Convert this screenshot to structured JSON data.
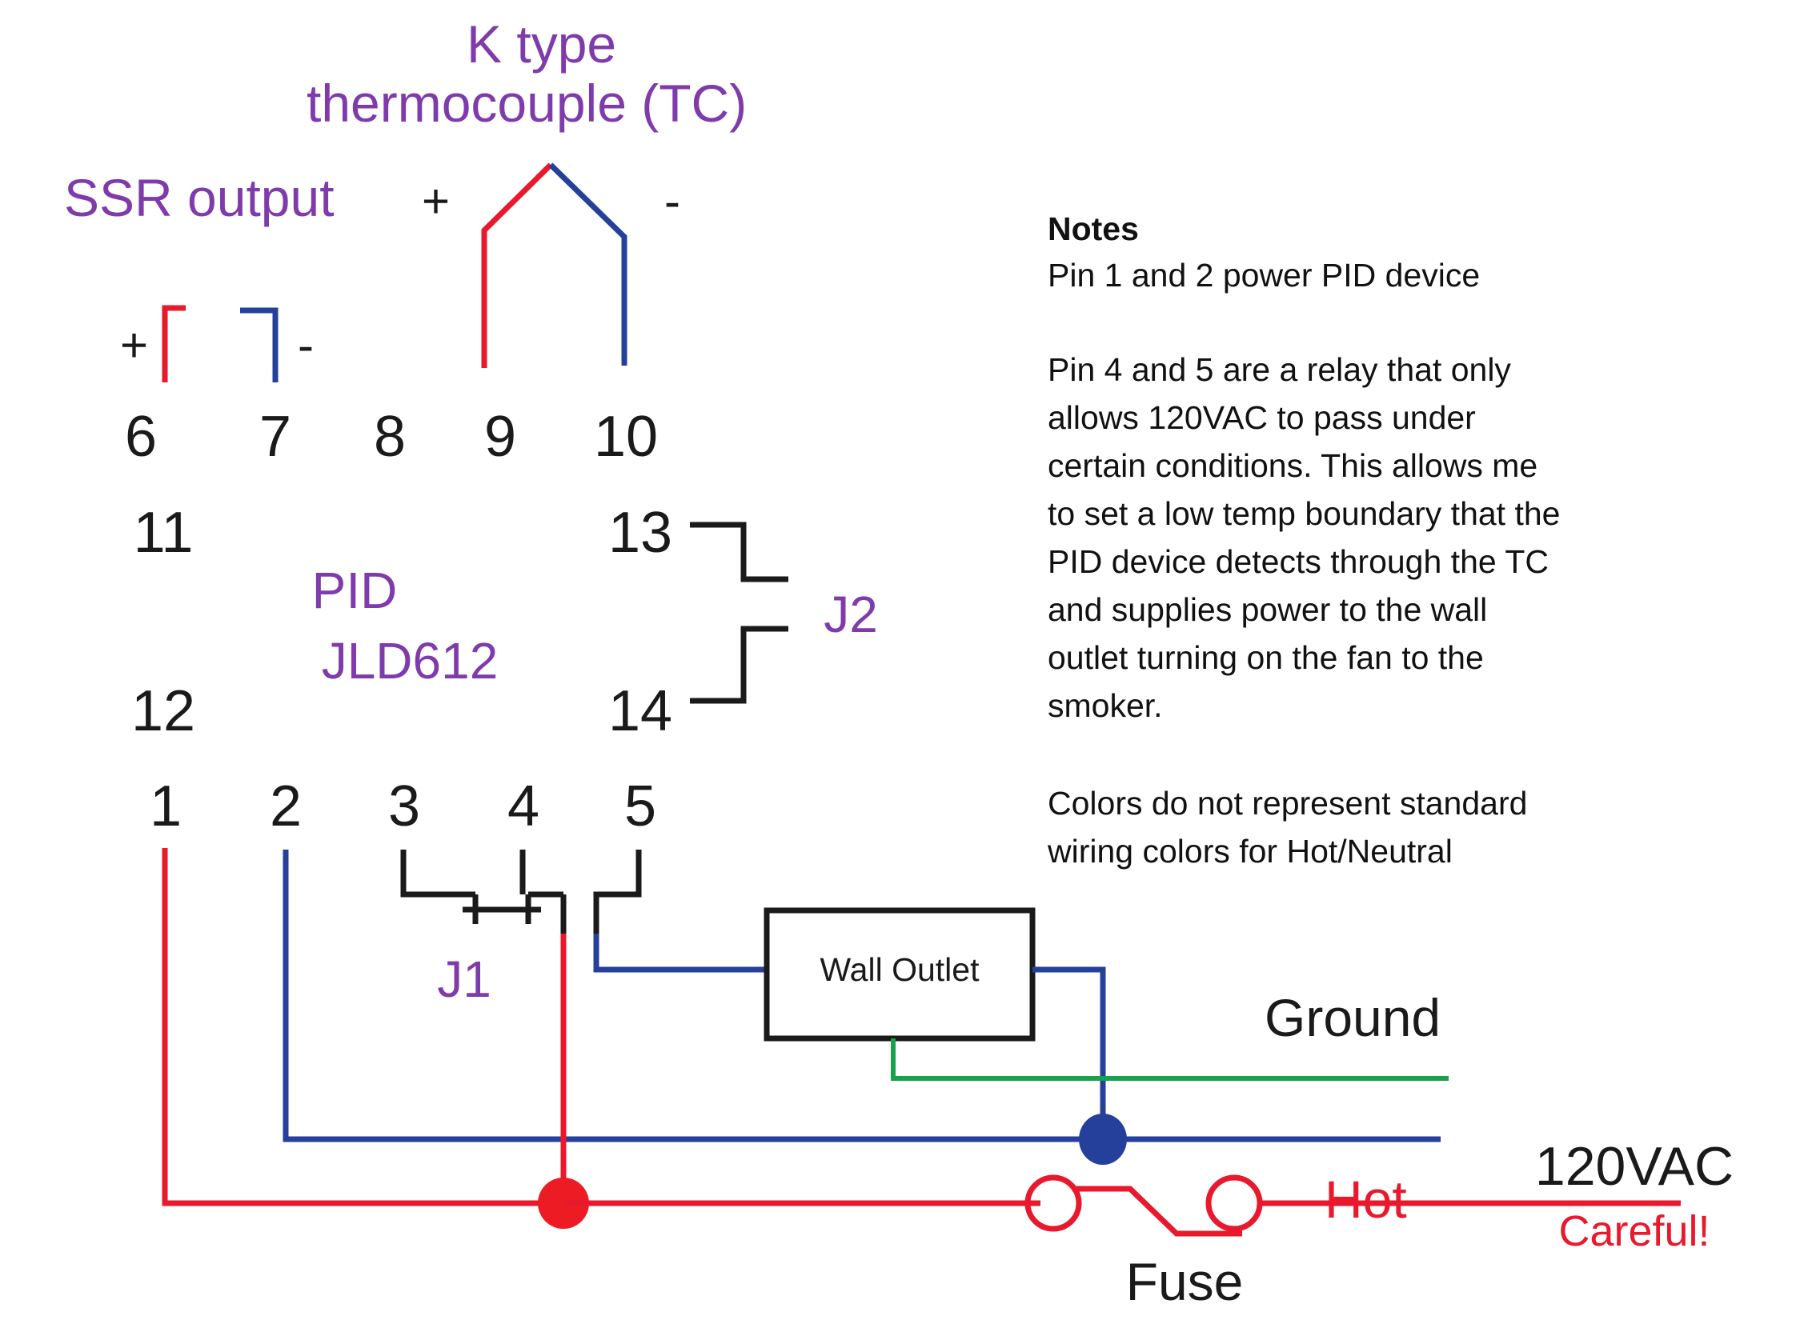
{
  "title_labels": {
    "thermocouple_line1": "K type",
    "thermocouple_line2": "thermocouple (TC)",
    "ssr_output": "SSR output",
    "pid_line1": "PID",
    "pid_line2": "JLD612",
    "jumper_j1": "J1",
    "jumper_j2": "J2",
    "wall_outlet": "Wall Outlet",
    "ground": "Ground",
    "hot": "Hot",
    "fuse": "Fuse",
    "voltage": "120VAC",
    "warning": "Careful!"
  },
  "polarity": {
    "tc_plus": "+",
    "tc_minus": "-",
    "ssr_plus": "+",
    "ssr_minus": "-"
  },
  "pins": {
    "top_row": [
      "6",
      "7",
      "8",
      "9",
      "10"
    ],
    "mid_left": [
      "11",
      "12"
    ],
    "mid_right": [
      "13",
      "14"
    ],
    "bottom_row": [
      "1",
      "2",
      "3",
      "4",
      "5"
    ]
  },
  "notes": {
    "heading": "Notes",
    "paragraphs": [
      "Pin 1 and 2 power PID device",
      "Pin 4 and 5 are a relay that only allows 120VAC to pass under certain conditions.  This allows me to set a low temp boundary that the PID device detects through the TC and supplies power to the wall outlet turning on the fan to the smoker.",
      "Colors do not represent standard wiring colors for Hot/Neutral"
    ],
    "lines": [
      "Pin 1 and 2 power PID device",
      "Pin 4 and 5 are a relay that only",
      "allows 120VAC to pass under",
      "certain conditions.  This allows me",
      "to set a low temp boundary that the",
      "PID device detects through the TC",
      "and supplies power to the wall",
      "outlet turning on the fan to the",
      "smoker.",
      "Colors do not represent standard",
      "wiring colors for Hot/Neutral"
    ]
  },
  "colors": {
    "hot_red": "#e8192c",
    "neutral_blue": "#24409a",
    "ground_green": "#15a24a",
    "label_purple": "#7f3bab",
    "ink_black": "#1a1a1a"
  }
}
